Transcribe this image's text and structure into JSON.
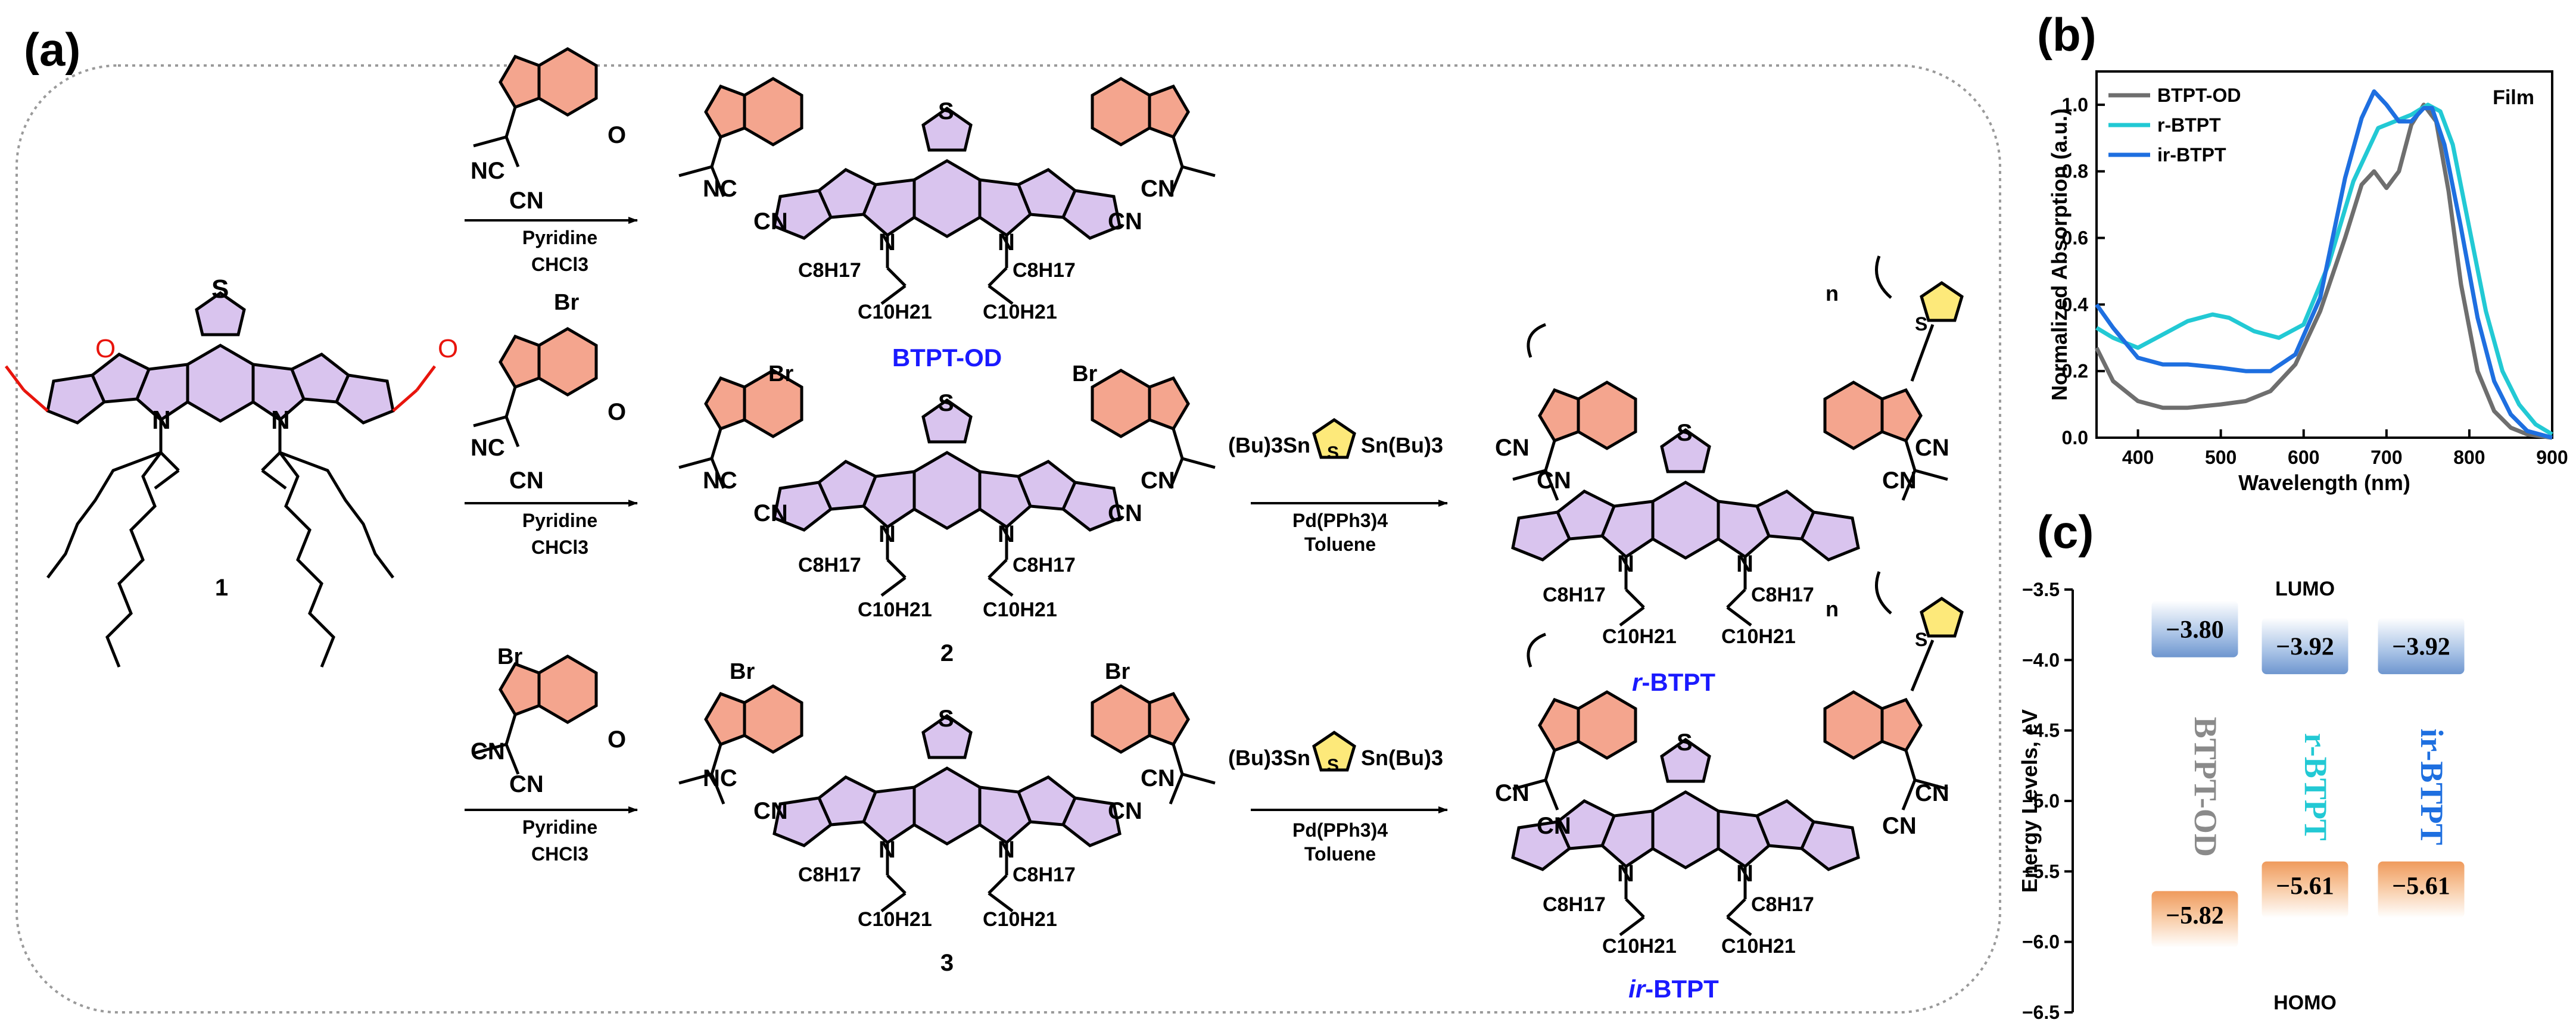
{
  "panel_labels": {
    "a": "(a)",
    "b": "(b)",
    "c": "(c)"
  },
  "scheme": {
    "compound_1_label": "1",
    "compound_2_label": "2",
    "compound_3_label": "3",
    "btpt_od_label": "BTPT-OD",
    "r_btpt_prefix": "r",
    "r_btpt_suffix": "-BTPT",
    "ir_btpt_prefix": "ir",
    "ir_btpt_suffix": "-BTPT",
    "reagent_pyridine": "Pyridine",
    "reagent_chcl3": "CHCl3",
    "reagent_pd": "Pd(PPh3)4",
    "reagent_toluene": "Toluene",
    "stannyl_left": "(Bu)3Sn",
    "stannyl_right": "Sn(Bu)3",
    "atom_S": "S",
    "atom_N": "N",
    "atom_O": "O",
    "atom_Br": "Br",
    "atom_CN": "CN",
    "atom_NC": "NC",
    "chain_c8": "C8H17",
    "chain_c10": "C10H21",
    "polymer_n": "n",
    "label_color": "#1a1aff",
    "indanone_fill": "#f4a58e",
    "core_fill": "#d9c4ee",
    "thiophene_fill": "#fde97a"
  },
  "chart_data": [
    {
      "type": "line",
      "title": "",
      "annotation": "Film",
      "xlabel": "Wavelength (nm)",
      "ylabel": "Normalized Absorption (a.u.)",
      "xlim": [
        350,
        900
      ],
      "ylim": [
        0.0,
        1.1
      ],
      "xticks": [
        400,
        500,
        600,
        700,
        800,
        900
      ],
      "yticks": [
        0.0,
        0.2,
        0.4,
        0.6,
        0.8,
        1.0
      ],
      "legend_position": "top-left",
      "series": [
        {
          "name": "BTPT-OD",
          "color": "#6e6e6e",
          "x": [
            350,
            370,
            400,
            430,
            460,
            500,
            530,
            560,
            590,
            620,
            650,
            670,
            685,
            700,
            715,
            730,
            745,
            760,
            775,
            790,
            810,
            830,
            850,
            870,
            900
          ],
          "y": [
            0.27,
            0.17,
            0.11,
            0.09,
            0.09,
            0.1,
            0.11,
            0.14,
            0.22,
            0.38,
            0.6,
            0.76,
            0.8,
            0.75,
            0.8,
            0.94,
            1.0,
            0.95,
            0.74,
            0.46,
            0.2,
            0.08,
            0.03,
            0.01,
            0.0
          ]
        },
        {
          "name": "r-BTPT",
          "color": "#22c9d4",
          "x": [
            350,
            370,
            400,
            430,
            460,
            490,
            510,
            540,
            570,
            600,
            630,
            660,
            690,
            710,
            730,
            750,
            765,
            780,
            800,
            820,
            840,
            860,
            880,
            900
          ],
          "y": [
            0.33,
            0.3,
            0.27,
            0.31,
            0.35,
            0.37,
            0.36,
            0.32,
            0.3,
            0.34,
            0.52,
            0.77,
            0.93,
            0.95,
            0.97,
            1.0,
            0.98,
            0.88,
            0.63,
            0.38,
            0.2,
            0.1,
            0.04,
            0.01
          ]
        },
        {
          "name": "ir-BTPT",
          "color": "#1e6fe0",
          "x": [
            350,
            370,
            400,
            430,
            460,
            500,
            530,
            560,
            590,
            620,
            650,
            670,
            685,
            700,
            715,
            730,
            745,
            755,
            770,
            790,
            810,
            830,
            850,
            870,
            900
          ],
          "y": [
            0.4,
            0.33,
            0.24,
            0.22,
            0.22,
            0.21,
            0.2,
            0.2,
            0.25,
            0.42,
            0.78,
            0.96,
            1.04,
            1.0,
            0.95,
            0.95,
            0.99,
            0.99,
            0.88,
            0.63,
            0.36,
            0.17,
            0.07,
            0.02,
            0.0
          ]
        }
      ]
    },
    {
      "type": "bar",
      "title": "",
      "ylabel": "Energy Levels, eV",
      "ylim": [
        -6.5,
        -3.5
      ],
      "yticks": [
        -3.5,
        -4.0,
        -4.5,
        -5.0,
        -5.5,
        -6.0,
        -6.5
      ],
      "top_label": "LUMO",
      "bottom_label": "HOMO",
      "categories": [
        "BTPT-OD",
        "r-BTPT",
        "ir-BTPT"
      ],
      "category_colors": [
        "#8a8a8a",
        "#22c9d4",
        "#1e6fe0"
      ],
      "lumo_values": [
        -3.8,
        -3.92,
        -3.92
      ],
      "homo_values": [
        -5.82,
        -5.61,
        -5.61
      ],
      "lumo_labels": [
        "−3.80",
        "−3.92",
        "−3.92"
      ],
      "homo_labels": [
        "−5.82",
        "−5.61",
        "−5.61"
      ],
      "lumo_color": "#8fb2dd",
      "homo_color": "#f3b27e"
    }
  ]
}
